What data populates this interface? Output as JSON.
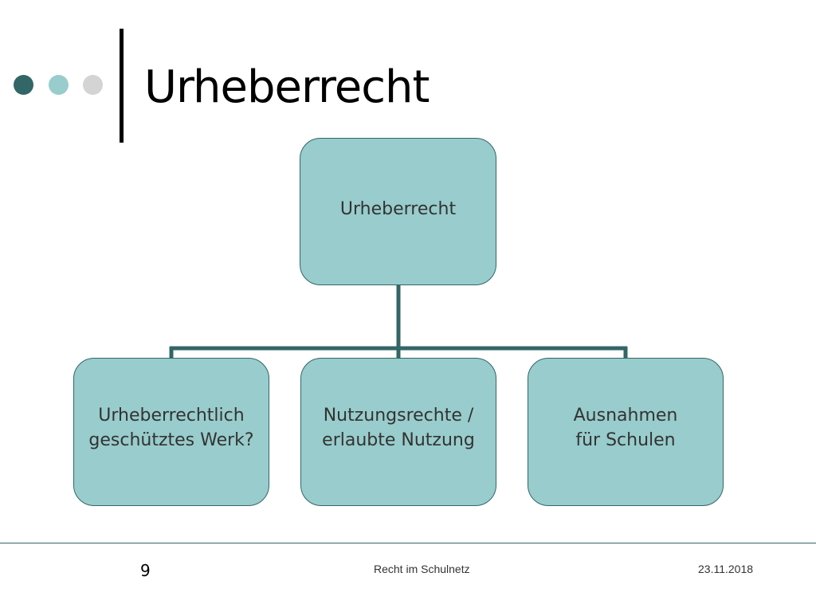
{
  "slide": {
    "title": "Urheberrecht",
    "page_number": "9",
    "footer_text": "Recht im Schulnetz",
    "date": "23.11.2018"
  },
  "diagram": {
    "root": {
      "label": "Urheberrecht"
    },
    "children": [
      {
        "label": "Urheberrechtlich\ngeschütztes Werk?"
      },
      {
        "label": "Nutzungsrechte /\nerlaubte Nutzung"
      },
      {
        "label": "Ausnahmen\nfür Schulen"
      }
    ]
  },
  "colors": {
    "dark_teal": "#336666",
    "light_teal": "#99cccc",
    "light_gray": "#d4d4d4",
    "node_text": "#333333"
  }
}
